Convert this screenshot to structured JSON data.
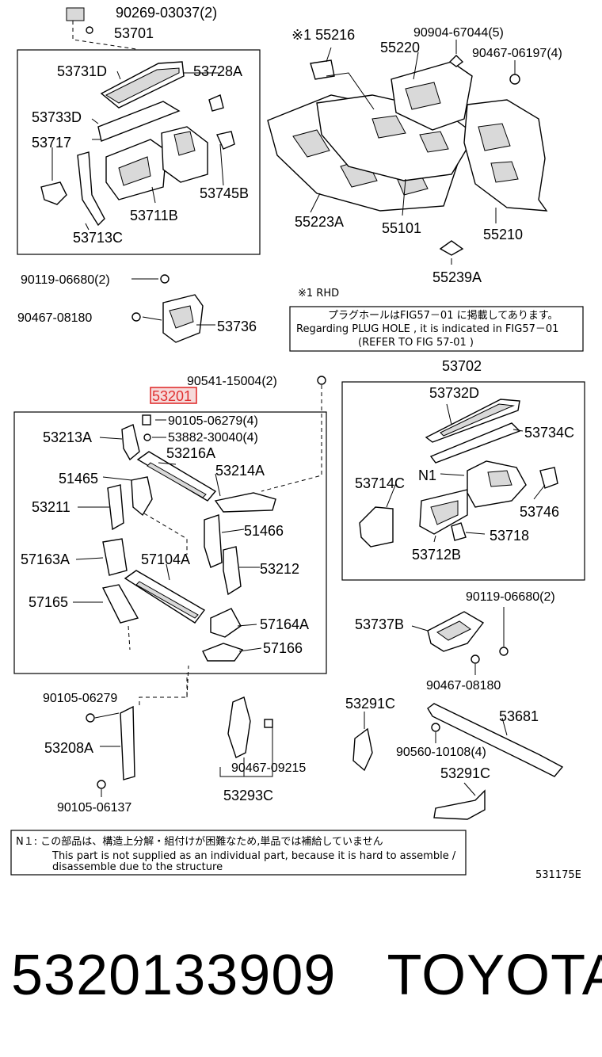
{
  "labels": {
    "p90269": "90269-03037(2)",
    "p53701": "53701",
    "p53731D": "53731D",
    "p53728A": "53728A",
    "p53733D": "53733D",
    "p53717": "53717",
    "p53745B": "53745B",
    "p53711B": "53711B",
    "p53713C": "53713C",
    "p55216": "※1 55216",
    "p90904": "90904-67044(5)",
    "p55220": "55220",
    "p90467_06197": "90467-06197(4)",
    "p55223A": "55223A",
    "p55101": "55101",
    "p55210": "55210",
    "p55239A": "55239A",
    "p90119_a": "90119-06680(2)",
    "p90467_08180_a": "90467-08180",
    "p53736": "53736",
    "rhd": "※1 RHD",
    "p90541": "90541-15004(2)",
    "p53702": "53702",
    "p53201": "53201",
    "p90105_06279_4": "90105-06279(4)",
    "p53882": "53882-30040(4)",
    "p53213A": "53213A",
    "p53216A": "53216A",
    "p53214A": "53214A",
    "p51465": "51465",
    "p53211": "53211",
    "p51466": "51466",
    "p57163A": "57163A",
    "p57104A": "57104A",
    "p53212": "53212",
    "p57165": "57165",
    "p57164A": "57164A",
    "p57166": "57166",
    "p53732D": "53732D",
    "p53734C": "53734C",
    "pN1": "N1",
    "p53714C": "53714C",
    "p53746": "53746",
    "p53718": "53718",
    "p53712B": "53712B",
    "p90119_b": "90119-06680(2)",
    "p53737B": "53737B",
    "p90467_08180_b": "90467-08180",
    "p90105_06279": "90105-06279",
    "p53208A": "53208A",
    "p90105_06137": "90105-06137",
    "p53291C_a": "53291C",
    "p53681": "53681",
    "p90560": "90560-10108(4)",
    "p90467_09215": "90467-09215",
    "p53291C_b": "53291C",
    "p53293C": "53293C",
    "diagram_code": "531175E"
  },
  "notes": {
    "plug_jp": "プラグホールはFIG57－01 に掲載してあります。",
    "plug_en": "Regarding PLUG HOLE , it is indicated in FIG57－01",
    "plug_ref": "(REFER TO FIG 57-01 )",
    "n1_jp": "N１: この部品は、構造上分解・組付けが困難なため,単品では補給していません",
    "n1_en1": "This part is not supplied as an individual part, because it is hard to assemble /",
    "n1_en2": "disassemble due to the structure"
  },
  "footer": {
    "part_number": "5320133909",
    "brand": "TOYOTA"
  },
  "colors": {
    "highlight": "#e03030",
    "highlight_fill": "#f6dada"
  }
}
